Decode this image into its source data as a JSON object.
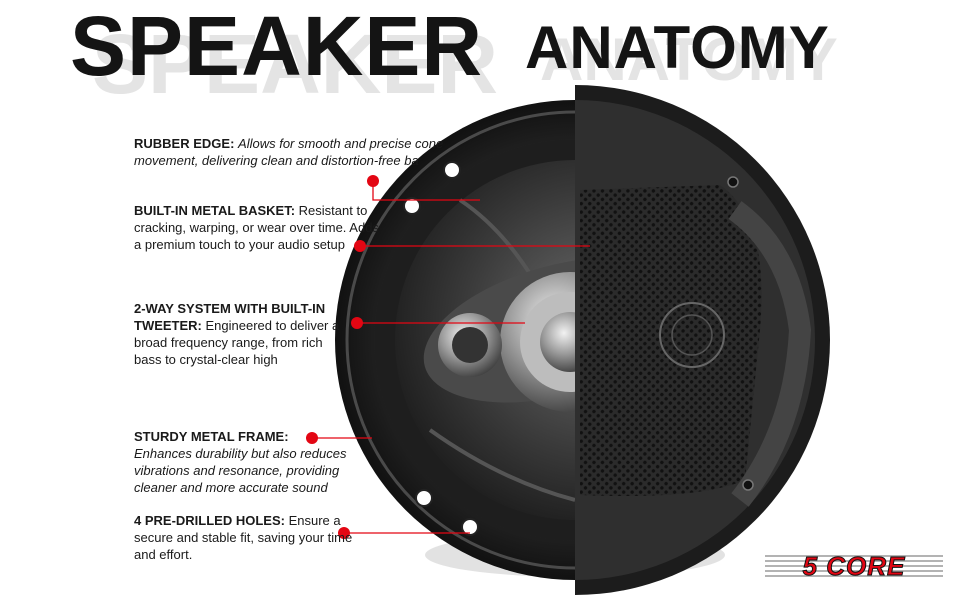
{
  "title": {
    "word1": "SPEAKER",
    "word2": "ANATOMY"
  },
  "callouts": [
    {
      "heading": "RUBBER EDGE:",
      "body": "Allows for smooth and precise cone movement, delivering clean and distortion-free ba"
    },
    {
      "heading": "BUILT-IN METAL BASKET:",
      "body": "Resistant to cracking, warping, or wear over time. Adds a premium touch to your audio setup"
    },
    {
      "heading": "2-WAY SYSTEM WITH BUILT-IN TWEETER:",
      "body": "Engineered to deliver a broad frequency range, from rich bass to crystal-clear high"
    },
    {
      "heading": "STURDY METAL FRAME:",
      "body": "Enhances durability but also reduces vibrations and resonance, providing cleaner and more accurate sound"
    },
    {
      "heading": "4 PRE-DRILLED HOLES:",
      "body": "Ensure a secure and stable fit, saving your time and effort."
    }
  ],
  "brand": {
    "logo_text": "5 CORE"
  },
  "colors": {
    "accent": "#e30613",
    "frame": "#2a2a2a",
    "grille": "#333333"
  }
}
